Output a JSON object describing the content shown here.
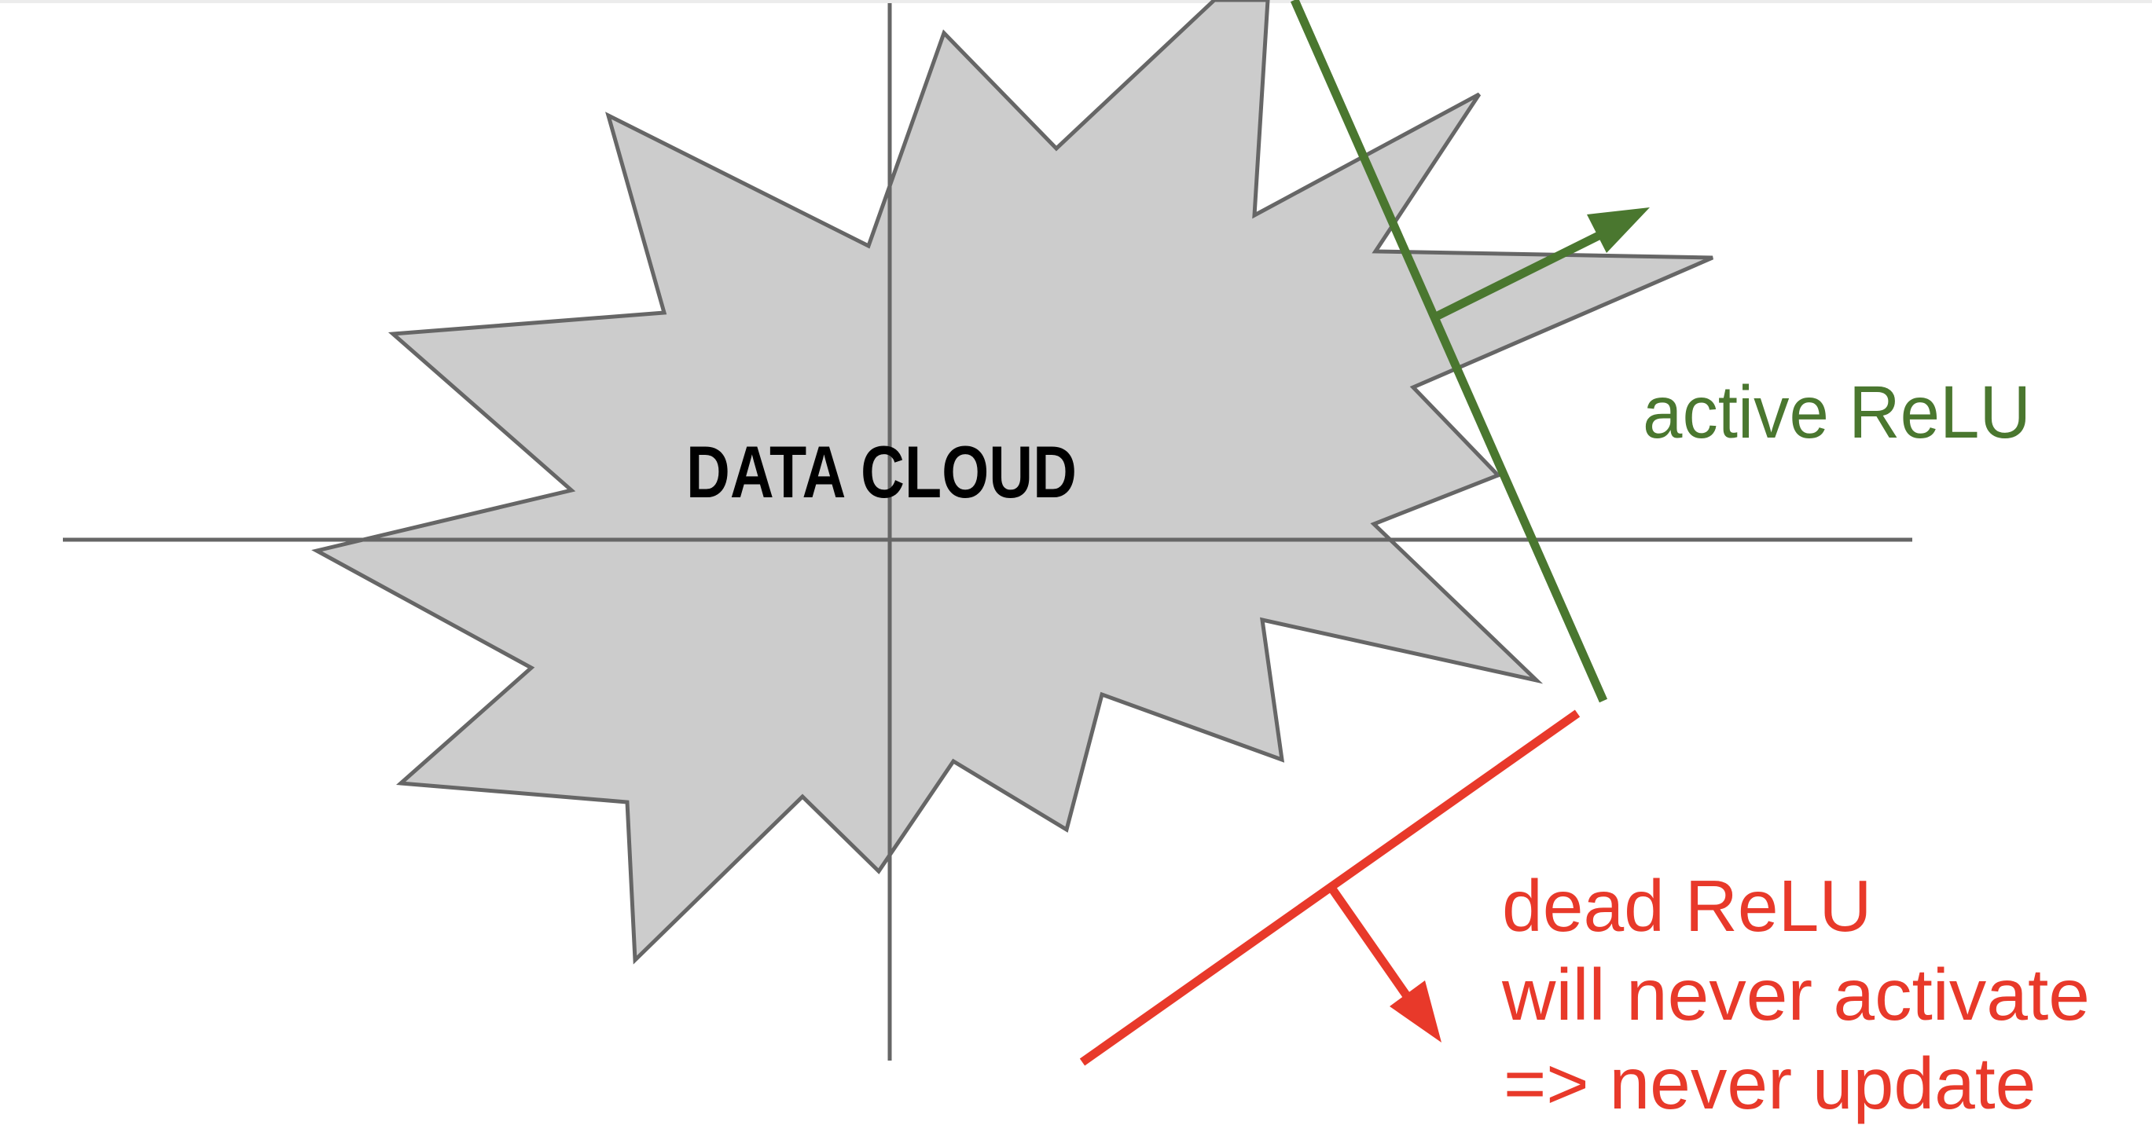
{
  "diagram": {
    "title_label": "DATA CLOUD",
    "active_label": "active ReLU",
    "dead_label_lines": [
      "dead ReLU",
      "will never activate",
      "=> never update"
    ]
  },
  "colors": {
    "cloud_fill": "#cccccc",
    "cloud_stroke": "#666666",
    "axis": "#666666",
    "active": "#4a772f",
    "dead": "#e8392a",
    "text_dark": "#000000"
  },
  "icons": {
    "active_arrow": "arrow-up-right-icon",
    "dead_arrow": "arrow-down-right-icon"
  }
}
